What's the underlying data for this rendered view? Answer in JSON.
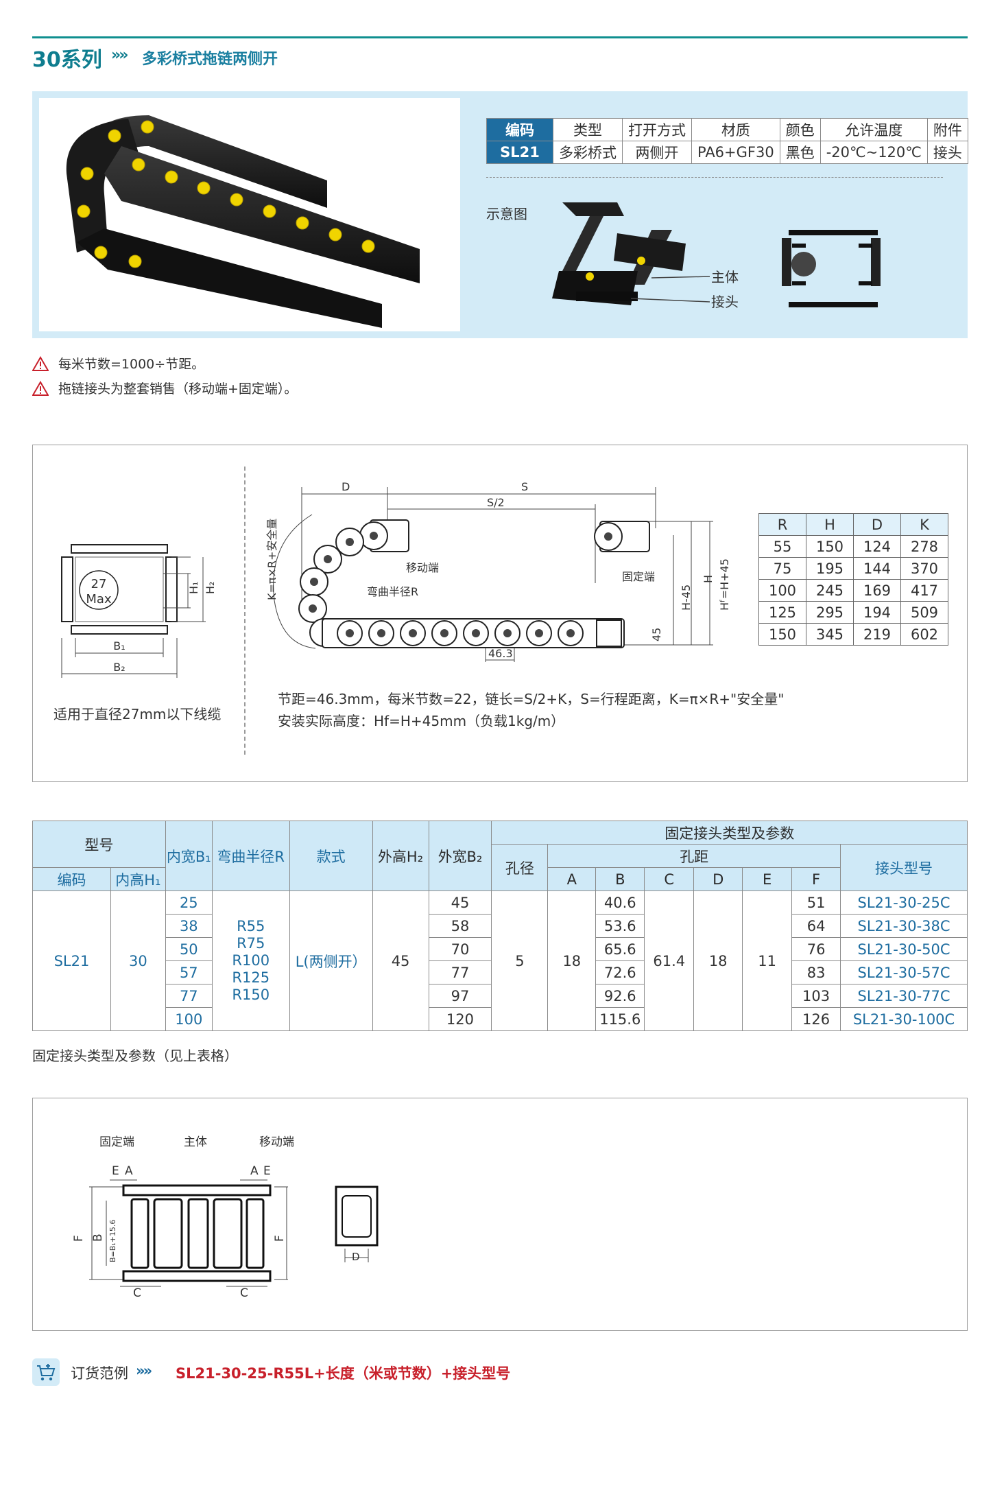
{
  "header": {
    "series": "30系列",
    "arrows": "»»",
    "subtitle": "多彩桥式拖链两侧开"
  },
  "spec_table": {
    "headers": [
      "编码",
      "类型",
      "打开方式",
      "材质",
      "颜色",
      "允许温度",
      "附件"
    ],
    "row": [
      "SL21",
      "多彩桥式",
      "两侧开",
      "PA6+GF30",
      "黑色",
      "-20℃~120℃",
      "接头"
    ]
  },
  "schematic": {
    "label": "示意图",
    "part_main": "主体",
    "part_connector": "接头"
  },
  "notes": [
    "每米节数=1000÷节距。",
    "拖链接头为整套销售（移动端+固定端）。"
  ],
  "cross_section": {
    "max_label_num": "27",
    "max_label_unit": "Max",
    "h1": "H₁",
    "h2": "H₂",
    "b1": "B₁",
    "b2": "B₂",
    "cable_note": "适用于直径27mm以下线缆"
  },
  "side_view": {
    "d": "D",
    "s": "S",
    "s_half": "S/2",
    "k": "K=π×R+安全量",
    "moving_end": "移动端",
    "fixed_end": "固定端",
    "bend_radius": "弯曲半径R",
    "h": "H",
    "h45": "H-45",
    "hf": "Hᶠ=H+45",
    "v45": "45",
    "pitch": "46.3"
  },
  "formulas": [
    "节距=46.3mm，每米节数=22，链长=S/2+K，S=行程距离，K=π×R+\"安全量\"",
    "安装实际高度：Hf=H+45mm（负载1kg/m）"
  ],
  "rh_table": {
    "headers": [
      "R",
      "H",
      "D",
      "K"
    ],
    "rows": [
      [
        "55",
        "150",
        "124",
        "278"
      ],
      [
        "75",
        "195",
        "144",
        "370"
      ],
      [
        "100",
        "245",
        "169",
        "417"
      ],
      [
        "125",
        "295",
        "194",
        "509"
      ],
      [
        "150",
        "345",
        "219",
        "602"
      ]
    ]
  },
  "main_table": {
    "h_model": "型号",
    "h_code": "编码",
    "h_inner_h": "内高H₁",
    "h_inner_w": "内宽B₁",
    "h_bend": "弯曲半径R",
    "h_style": "款式",
    "h_outer_h": "外高H₂",
    "h_outer_w": "外宽B₂",
    "h_fixed": "固定接头类型及参数",
    "h_hole": "孔径",
    "h_pitch": "孔距",
    "h_conn_model": "接头型号",
    "pitch_cols": [
      "A",
      "B",
      "C",
      "D",
      "E",
      "F"
    ],
    "code": "SL21",
    "inner_h": "30",
    "bend_radii": [
      "R55",
      "R75",
      "R100",
      "R125",
      "R150"
    ],
    "style": "L(两侧开）",
    "outer_h": "45",
    "hole": "5",
    "a": "18",
    "c": "61.4",
    "d": "18",
    "e": "11",
    "rows": [
      {
        "b1": "25",
        "b2": "45",
        "b": "40.6",
        "f": "51",
        "model": "SL21-30-25C"
      },
      {
        "b1": "38",
        "b2": "58",
        "b": "53.6",
        "f": "64",
        "model": "SL21-30-38C"
      },
      {
        "b1": "50",
        "b2": "70",
        "b": "65.6",
        "f": "76",
        "model": "SL21-30-50C"
      },
      {
        "b1": "57",
        "b2": "77",
        "b": "72.6",
        "f": "83",
        "model": "SL21-30-57C"
      },
      {
        "b1": "77",
        "b2": "97",
        "b": "92.6",
        "f": "103",
        "model": "SL21-30-77C"
      },
      {
        "b1": "100",
        "b2": "120",
        "b": "115.6",
        "f": "126",
        "model": "SL21-30-100C"
      }
    ]
  },
  "table_caption": "固定接头类型及参数（见上表格）",
  "connector_drawing": {
    "fixed_end": "固定端",
    "main_body": "主体",
    "moving_end": "移动端",
    "e": "E",
    "a": "A",
    "f": "F",
    "b": "B",
    "b_formula": "B=B₁+15.6",
    "c": "C",
    "d": "D"
  },
  "order": {
    "label": "订货范例",
    "arrows": "»»",
    "value": "SL21-30-25-R55L+长度（米或节数）+接头型号"
  },
  "colors": {
    "accent": "#0f7d8f",
    "panel": "#d3ebf7",
    "table_head": "#cfe9f7",
    "order": "#c8202b",
    "yellow": "#f0d400"
  }
}
